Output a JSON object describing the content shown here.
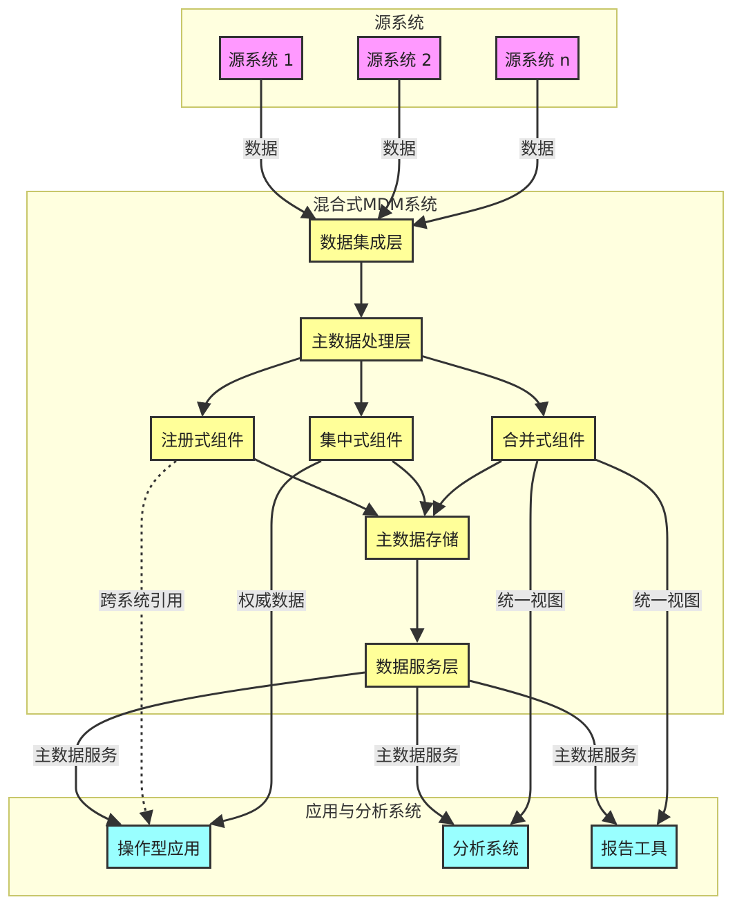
{
  "colors": {
    "source_node_fill": "#ff99ff",
    "process_node_fill": "#ffff99",
    "app_node_fill": "#99ffff",
    "group_fill": "#ffffdf",
    "group_border": "#c8c76a",
    "edge": "#333333"
  },
  "groups": {
    "source": {
      "title": "源系统"
    },
    "mdm": {
      "title": "混合式MDM系统"
    },
    "apps": {
      "title": "应用与分析系统"
    }
  },
  "nodes": {
    "src1": "源系统 1",
    "src2": "源系统 2",
    "srcn": "源系统 n",
    "integration": "数据集成层",
    "processing": "主数据处理层",
    "registry": "注册式组件",
    "central": "集中式组件",
    "merge": "合并式组件",
    "storage": "主数据存储",
    "service": "数据服务层",
    "ops": "操作型应用",
    "analysis": "分析系统",
    "report": "报告工具"
  },
  "edge_labels": {
    "data1": "数据",
    "data2": "数据",
    "data3": "数据",
    "cross_ref": "跨系统引用",
    "authority": "权威数据",
    "unified1": "统一视图",
    "unified2": "统一视图",
    "svc1": "主数据服务",
    "svc2": "主数据服务",
    "svc3": "主数据服务"
  }
}
